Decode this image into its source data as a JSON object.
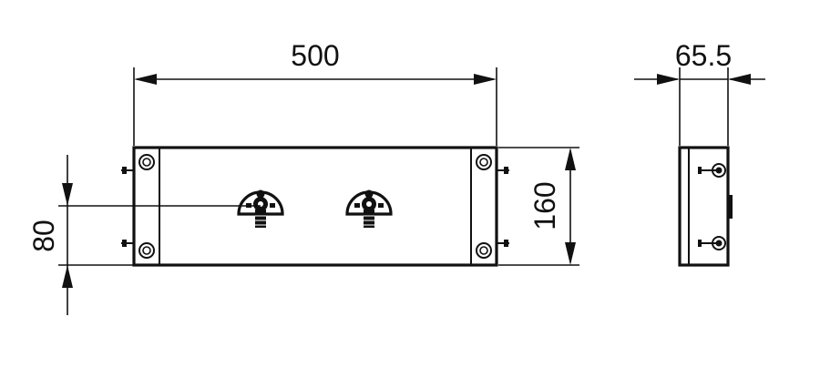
{
  "dimensions": {
    "width": "500",
    "height": "160",
    "offset": "80",
    "depth": "65.5"
  },
  "colors": {
    "line": "#111111",
    "background": "#ffffff"
  }
}
